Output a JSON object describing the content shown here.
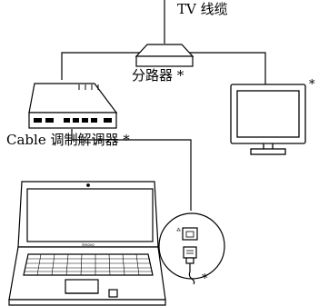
{
  "labels": {
    "tv_cable": "TV 线缆",
    "splitter": "分路器 *",
    "cable_modem": "Cable 调制解调器 *",
    "monitor_note": "*",
    "cable_connector_note": "*"
  },
  "colors": {
    "line": "#000000",
    "device_fill": "#ffffff",
    "screen_fill": "#ffffff"
  }
}
